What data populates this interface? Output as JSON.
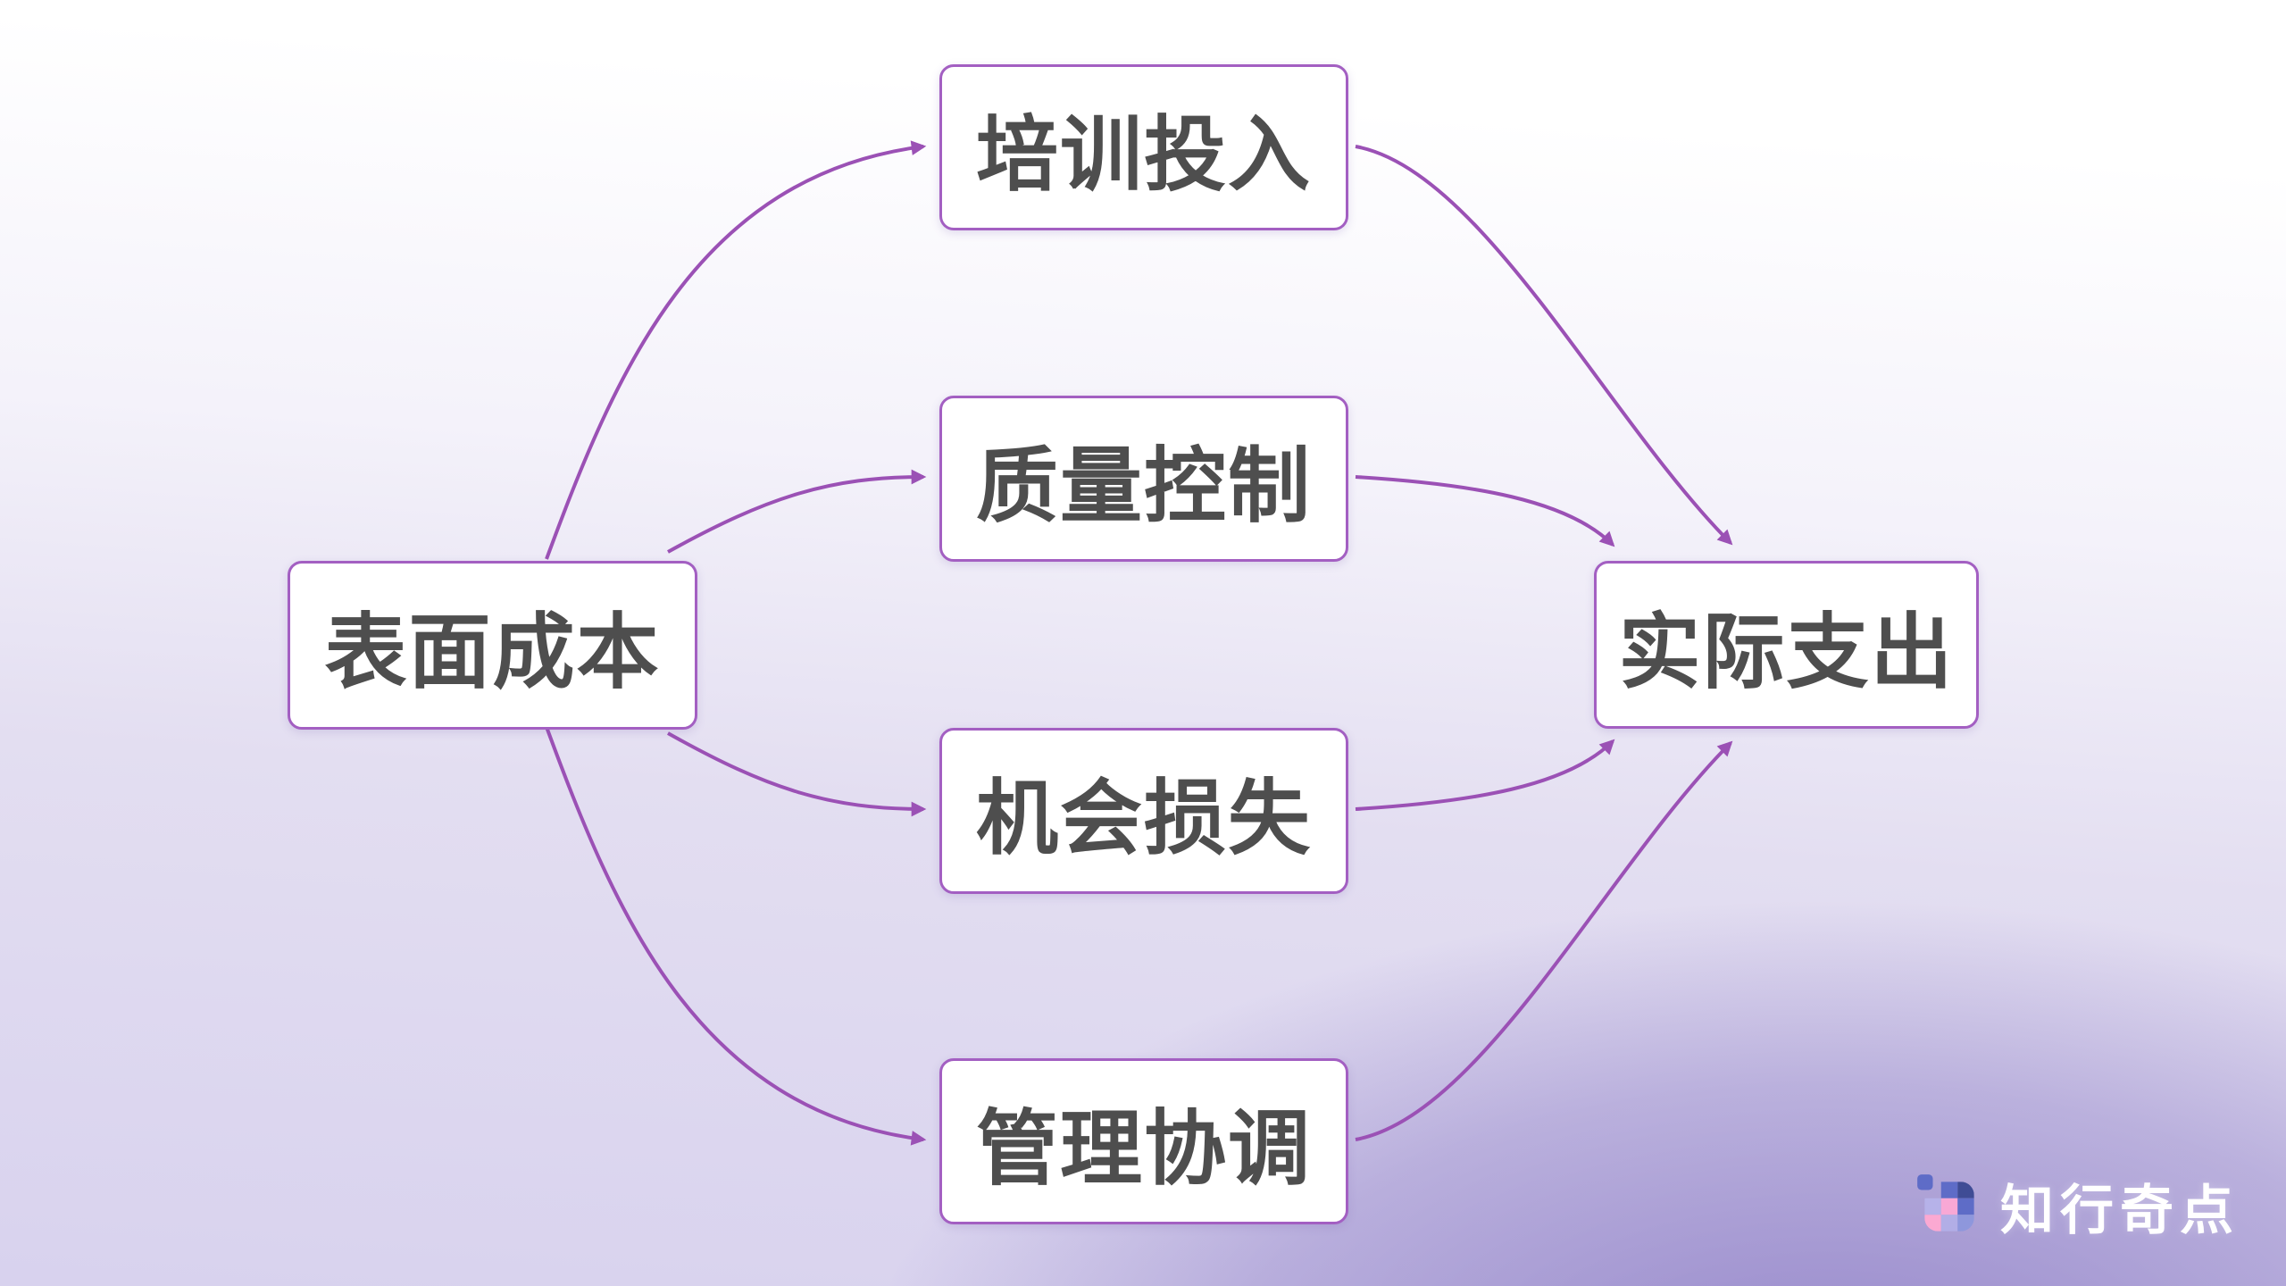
{
  "diagram": {
    "source": {
      "label": "表面成本"
    },
    "factors": [
      {
        "label": "培训投入"
      },
      {
        "label": "质量控制"
      },
      {
        "label": "机会损失"
      },
      {
        "label": "管理协调"
      }
    ],
    "target": {
      "label": "实际支出"
    },
    "edges": [
      {
        "from": "表面成本",
        "to": "培训投入"
      },
      {
        "from": "表面成本",
        "to": "质量控制"
      },
      {
        "from": "表面成本",
        "to": "机会损失"
      },
      {
        "from": "表面成本",
        "to": "管理协调"
      },
      {
        "from": "培训投入",
        "to": "实际支出"
      },
      {
        "from": "质量控制",
        "to": "实际支出"
      },
      {
        "from": "机会损失",
        "to": "实际支出"
      },
      {
        "from": "管理协调",
        "to": "实际支出"
      }
    ]
  },
  "branding": {
    "logo_text": "知行奇点",
    "logo_icon": "grid-squares-icon"
  },
  "colors": {
    "arrow_purple": "#9b51b5",
    "box_border_purple": "#a35fc2",
    "box_background": "#ffffff",
    "box_text_gray": "#4e4e4e",
    "background_bottom_purple": "#a99cd6",
    "background_top_white": "#ffffff",
    "logo_text_white": "#ffffff",
    "logo_icon_palette": [
      "#5e6cc7",
      "#3f4c95",
      "#b6b2e9",
      "#f8a8d5",
      "#fba9d2",
      "#b2aee6",
      "#8e97dc"
    ]
  }
}
